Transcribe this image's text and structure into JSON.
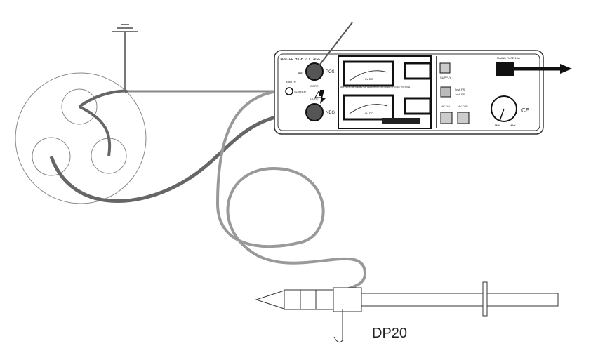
{
  "panel": {
    "danger": "DANGER HIGH VOLTAGE",
    "pos": "POS",
    "neg": "NEG",
    "core1": "CORE",
    "core2": "CORE",
    "earth": "EARTH",
    "screen": "SCREEN",
    "meter_unit": "kV DC",
    "meter_note": "ADD kV DC ABOVE METER READINGS FOR CORE TO CORE VOLTAGE",
    "supply": "SUPPLY",
    "range_a": "5mA FS",
    "range_b": "1mA FS",
    "hv_on": "HV ON",
    "hv_off": "HV OFF",
    "min": "MIN",
    "max": "MAX",
    "ce": "CE",
    "mains": "MAINS FUSE 10A"
  },
  "probe_label": "DP20"
}
